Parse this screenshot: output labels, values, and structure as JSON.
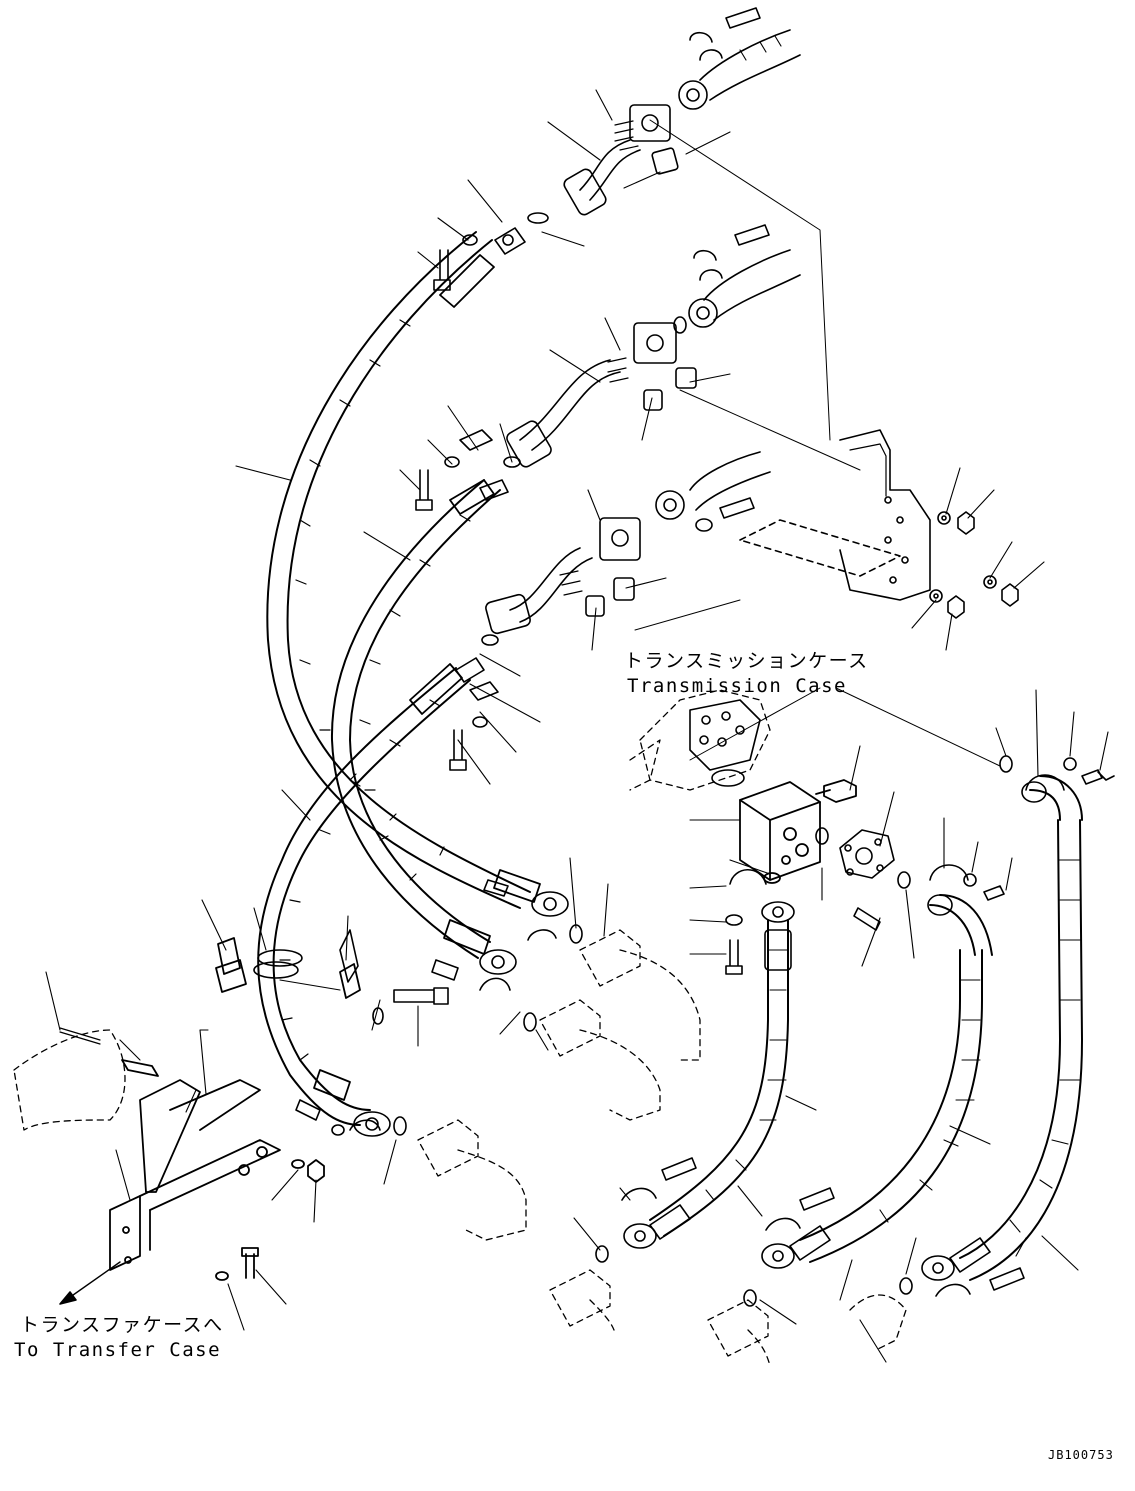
{
  "labels": {
    "transmission_jp": "トランスミッションケース",
    "transmission_en": "Transmission Case",
    "transfer_jp": "トランスファケースへ",
    "transfer_en": "To Transfer Case"
  },
  "drawing_code": "JB100753"
}
